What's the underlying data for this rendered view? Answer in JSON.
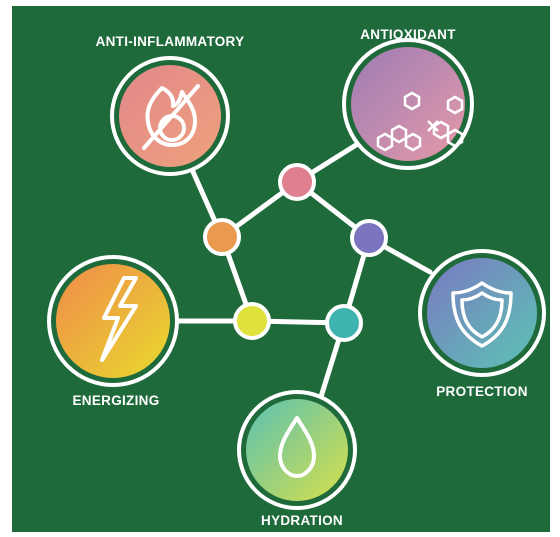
{
  "labels": {
    "anti_inflammatory": "ANTI-INFLAMMATORY",
    "antioxidant": "ANTIOXIDANT",
    "energizing": "ENERGIZING",
    "protection": "PROTECTION",
    "hydration": "HYDRATION"
  },
  "colors": {
    "background": "#1f6a3b",
    "lines": "#ffffff",
    "anti_inflammatory": [
      "#e2878c",
      "#eea27b"
    ],
    "antioxidant": [
      "#9d7cb5",
      "#e59aa8"
    ],
    "energizing": [
      "#f08a4a",
      "#e8db2e"
    ],
    "protection": [
      "#7b79c2",
      "#5bc4b4"
    ],
    "hydration": [
      "#5ac1b3",
      "#d8e04a"
    ],
    "node_pink": "#e07f8e",
    "node_orange": "#ea9a4e",
    "node_purple": "#7b74bf",
    "node_yellow": "#dfe23b",
    "node_teal": "#3eb4b0"
  },
  "icons": {
    "anti_inflammatory": "no-fire-icon",
    "antioxidant": "molecule-hexagon-icon",
    "energizing": "lightning-icon",
    "protection": "shield-icon",
    "hydration": "water-drop-icon"
  }
}
